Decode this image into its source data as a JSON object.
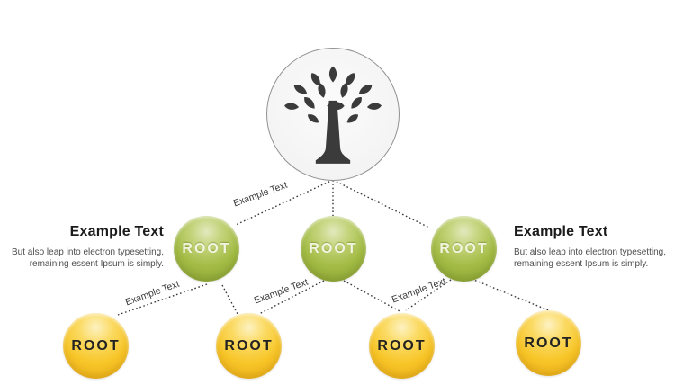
{
  "title": "Root tree diagram",
  "colors": {
    "canvas_bg": "#ffffff",
    "green": "#a3bc45",
    "green_dark": "#8da434",
    "yellow": "#f7c527",
    "yellow_dark": "#edb019",
    "line": "#3a3a3a",
    "tree_border": "#919191",
    "tree_icon": "#3b3b3b",
    "heading": "#1b1b1b",
    "body": "#4d4d4d",
    "root_text_green": "#f1f5df",
    "root_text_yellow": "#222222"
  },
  "icons": {
    "tree": "deciduous-tree-icon"
  },
  "nodes": {
    "green": [
      {
        "label": "ROOT"
      },
      {
        "label": "ROOT"
      },
      {
        "label": "ROOT"
      }
    ],
    "yellow": [
      {
        "label": "ROOT"
      },
      {
        "label": "ROOT"
      },
      {
        "label": "ROOT"
      },
      {
        "label": "ROOT"
      }
    ]
  },
  "connector_labels": [
    "Example Text",
    "Example Text",
    "Example Text",
    "Example Text"
  ],
  "panels": {
    "left": {
      "heading": "Example Text",
      "body": "But also leap into electron typesetting, remaining essent Ipsum is simply."
    },
    "right": {
      "heading": "Example Text",
      "body": "But also leap into electron typesetting, remaining essent Ipsum is simply."
    }
  }
}
